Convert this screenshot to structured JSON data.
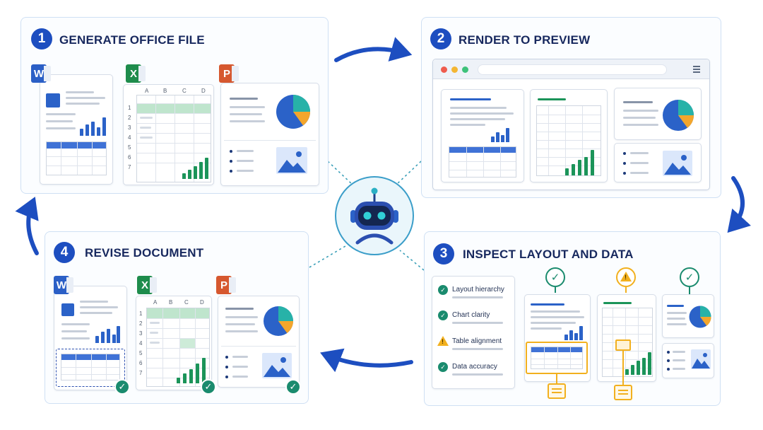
{
  "steps": [
    {
      "number": "1",
      "title": "GENERATE OFFICE FILE"
    },
    {
      "number": "2",
      "title": "RENDER TO PREVIEW"
    },
    {
      "number": "3",
      "title": "INSPECT LAYOUT AND DATA"
    },
    {
      "number": "4",
      "title": "REVISE DOCUMENT"
    }
  ],
  "app_badges": {
    "word": "W",
    "excel": "X",
    "powerpoint": "P"
  },
  "sheet": {
    "columns": [
      "A",
      "B",
      "C",
      "D"
    ],
    "rows": [
      "1",
      "2",
      "3",
      "4",
      "5",
      "6",
      "7"
    ]
  },
  "checklist": [
    {
      "label": "Layout hierarchy",
      "status": "ok"
    },
    {
      "label": "Chart clarity",
      "status": "ok"
    },
    {
      "label": "Table alignment",
      "status": "warning"
    },
    {
      "label": "Data accuracy",
      "status": "ok"
    }
  ],
  "colors": {
    "primary_blue": "#1d4ec0",
    "word_blue": "#2b5fc6",
    "excel_green": "#1e8c4c",
    "powerpoint_orange": "#d6582f",
    "check_teal": "#1a8b6e",
    "warning_amber": "#f2b01e",
    "pie_blue": "#2b62c8",
    "pie_teal": "#27b2a8",
    "pie_orange": "#f3a62c"
  },
  "icons": {
    "flow_arrow": "curved-arrow-icon",
    "assistant": "robot-icon",
    "ok": "check-circle-icon",
    "warning": "warning-triangle-icon",
    "note": "note-icon",
    "image": "image-icon",
    "menu": "hamburger-icon"
  }
}
